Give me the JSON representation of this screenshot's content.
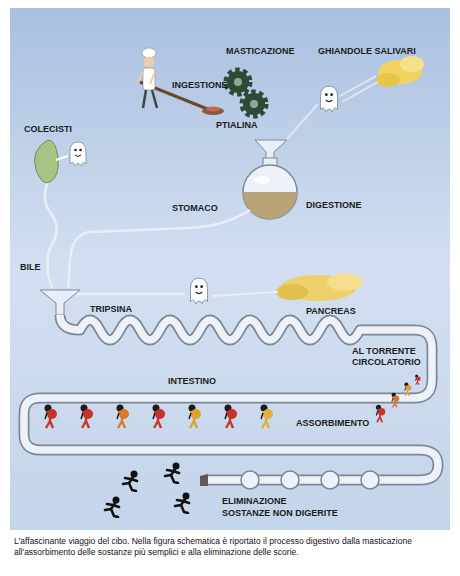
{
  "diagram": {
    "caption": "L'affascinante viaggio del cibo. Nella figura schematica è riportato il processo digestivo dalla masticazione all'assorbimento delle sostanze più semplici e alla eliminazione delle scorie.",
    "labels": [
      "INGESTIONE",
      "MASTICAZIONE",
      "GHIANDOLE SALIVARI",
      "PTIALINA",
      "COLECISTI",
      "STOMACO",
      "DIGESTIONE",
      "BILE",
      "TRIPSINA",
      "PANCREAS",
      "AL TORRENTE CIRCOLATORIO",
      "INTESTINO",
      "ASSORBIMENTO",
      "ELIMINAZIONE",
      "SOSTANZE NON DIGERITE"
    ]
  }
}
